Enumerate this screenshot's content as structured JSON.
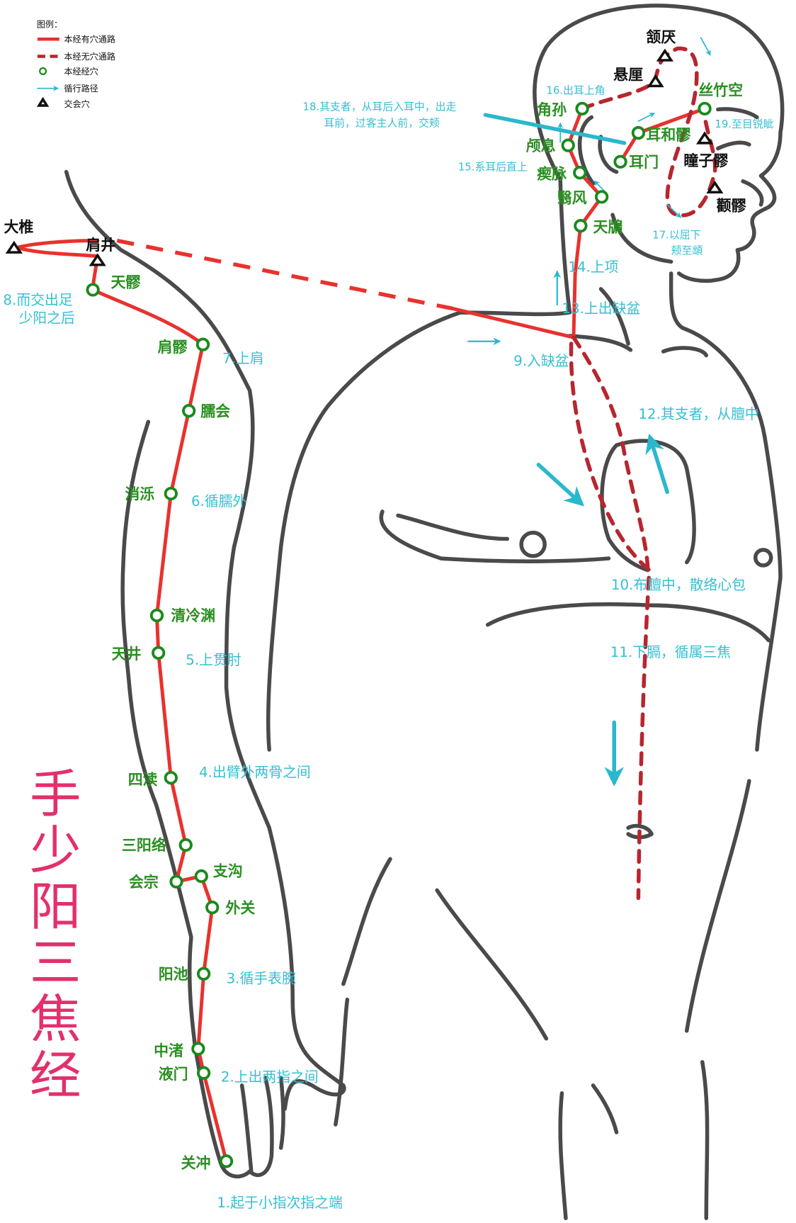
{
  "legend": {
    "title": "图例：",
    "items": [
      {
        "label": "本经有穴通路",
        "icon": "solid-red-line"
      },
      {
        "label": "本经无穴通路",
        "icon": "dashed-red-line"
      },
      {
        "label": "本经经穴",
        "icon": "green-circle"
      },
      {
        "label": "循行路径",
        "icon": "cyan-arrow"
      },
      {
        "label": "交会穴",
        "icon": "black-triangle"
      }
    ]
  },
  "title": [
    "手",
    "少",
    "阳",
    "三",
    "焦",
    "经"
  ],
  "acupoints": {
    "jiaosun": "角孙",
    "luxi": "颅息",
    "chimai": "瘈脉",
    "yifeng": "翳风",
    "tianyou": "天牖",
    "erheliao": "耳和髎",
    "ermen": "耳门",
    "sizhukong": "丝竹空",
    "tianliao": "天髎",
    "jianliao": "肩髎",
    "naohui": "臑会",
    "xiaoluo": "消泺",
    "qinglengyuan": "清冷渊",
    "tianjing": "天井",
    "sidu": "四渎",
    "sanyangluo": "三阳络",
    "huizong": "会宗",
    "zhigou": "支沟",
    "waiguan": "外关",
    "yangchi": "阳池",
    "zhongzhu": "中渚",
    "yemen": "液门",
    "guanchong": "关冲"
  },
  "crossing_points": {
    "dazhui": "大椎",
    "jianjing": "肩井",
    "hanyan": "颔厌",
    "xuanli": "悬厘",
    "tongziliao": "瞳子髎",
    "quanliao": "颧髎"
  },
  "steps": {
    "s1": "1.起于小指次指之端",
    "s2": "2.上出两指之间",
    "s3": "3.循手表腕",
    "s4": "4.出臂外两骨之间",
    "s5": "5.上贯肘",
    "s6": "6.循臑外",
    "s7": "7.上肩",
    "s8a": "8.而交出足",
    "s8b": "少阳之后",
    "s9": "9.入缺盆",
    "s10": "10.布膻中，散络心包",
    "s11": "11.下膈，循属三焦",
    "s12": "12.其支者，从膻中",
    "s13": "13.上出缺盆",
    "s14": "14.上项",
    "s15": "15.系耳后直上",
    "s16": "16.出耳上角",
    "s17a": "17.以屈下",
    "s17b": "颊至䪼",
    "s18a": "18.其支者，从耳后入耳中，出走",
    "s18b": "耳前，过客主人前，交颊",
    "s19": "19.至目锐眦"
  },
  "colors": {
    "meridian": "#e8322e",
    "meridian_dashed": "#b8262e",
    "acupoint": "#198a1c",
    "path_arrow": "#35bfd2",
    "title": "#e3306b",
    "outline": "#4a4a4a"
  }
}
